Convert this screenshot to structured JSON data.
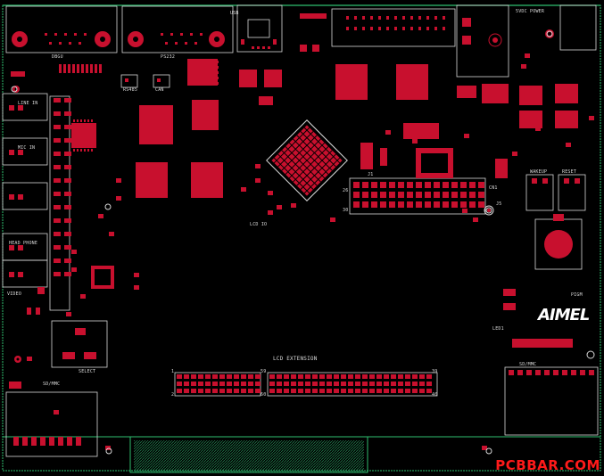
{
  "labels": {
    "line_in": "LINE IN",
    "mic_in": "MIC IN",
    "head_phone": "HEAD PHONE",
    "video": "VIDEO",
    "dbgu": "DBGU",
    "ps232": "PS232",
    "usb": "USB",
    "dc_power": "5VDC POWER",
    "lcd_extension": "LCD EXTENSION",
    "sd_mmc_left": "SD/MMC",
    "sd_mmc_right": "SD/MMC",
    "select": "SELECT",
    "rs485": "RS485",
    "can": "CAN",
    "lcd_io": "LCD IO",
    "j1": "J1",
    "pi_a": "PIGM",
    "led1": "LED1",
    "cn1": "CN1",
    "j5": "J5",
    "wakeup": "WAKEUP",
    "reset": "RESET",
    "pin_26": "26",
    "pin_30": "30",
    "pin_1": "1",
    "pin_2": "2",
    "pin_39": "39",
    "pin_40": "40",
    "pin_59": "59",
    "pin_60": "60"
  },
  "logo": {
    "brand": "AIMEL"
  },
  "watermark": "PCBBAR.COM",
  "colors": {
    "background": "#000000",
    "copper": "#c8102e",
    "silk": "#d8d8d8",
    "outline": "#2fbf71",
    "watermark": "#ff1a1a"
  }
}
